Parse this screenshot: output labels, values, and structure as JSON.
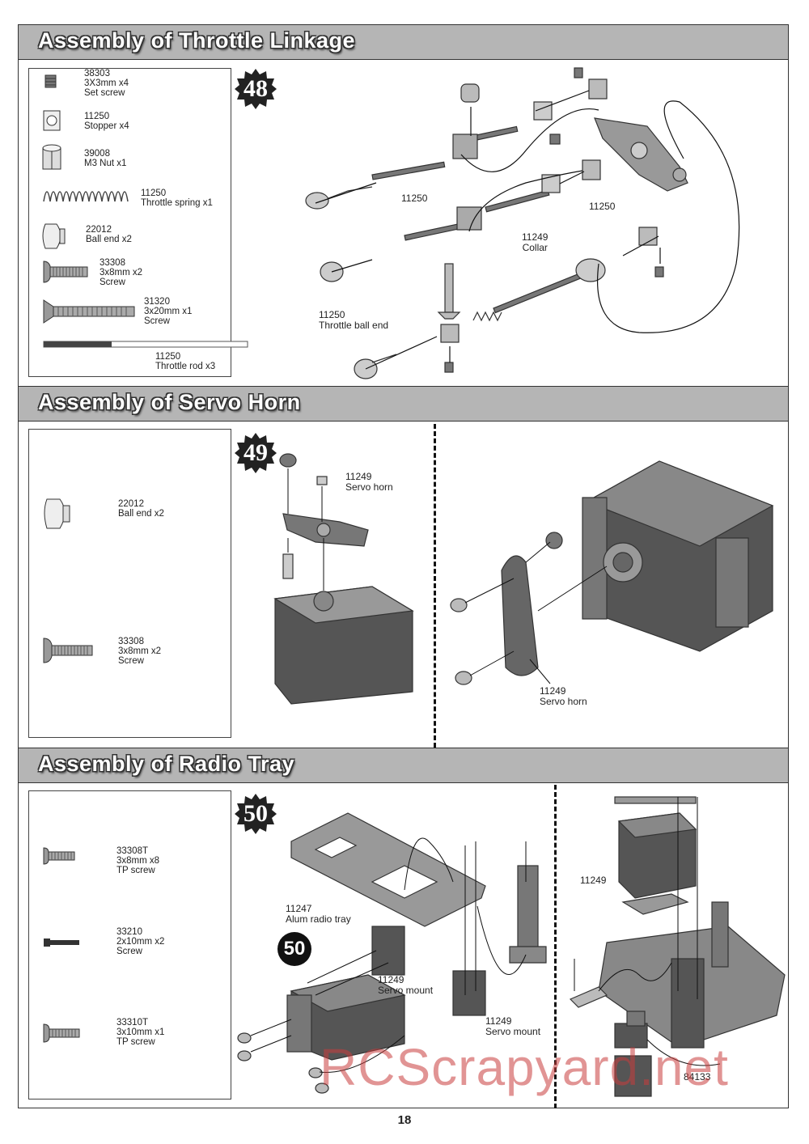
{
  "sections": [
    {
      "title": "Assembly of Throttle Linkage",
      "step": "48"
    },
    {
      "title": "Assembly of Servo Horn",
      "step": "49"
    },
    {
      "title": "Assembly of Radio Tray",
      "step": "50"
    }
  ],
  "throttle_parts": [
    {
      "text": "38303\n3X3mm x4\nSet screw",
      "icon": "set-screw-icon"
    },
    {
      "text": "11250\nStopper x4",
      "icon": "stopper-icon"
    },
    {
      "text": "39008\nM3 Nut x1",
      "icon": "nut-icon"
    },
    {
      "text": "11250\nThrottle spring x1",
      "icon": "spring-icon"
    },
    {
      "text": "22012\nBall end x2",
      "icon": "ball-end-icon"
    },
    {
      "text": "33308\n3x8mm x2\nScrew",
      "icon": "screw-icon"
    },
    {
      "text": "31320\n3x20mm x1\nScrew",
      "icon": "long-screw-icon"
    },
    {
      "text": "11250\nThrottle rod x3",
      "icon": "rod-icon"
    }
  ],
  "throttle_callouts": [
    "11250",
    "11250",
    "11249\nCollar",
    "11250\nThrottle ball end"
  ],
  "servo_parts": [
    {
      "text": "22012\nBall end x2",
      "icon": "ball-end-icon"
    },
    {
      "text": "33308\n3x8mm x2\nScrew",
      "icon": "screw-icon"
    }
  ],
  "servo_callouts": [
    "11249\nServo horn",
    "11249\nServo horn"
  ],
  "radio_parts": [
    {
      "text": "33308T\n3x8mm x8\nTP screw",
      "icon": "tp-screw-icon"
    },
    {
      "text": "33210\n2x10mm x2\nScrew",
      "icon": "small-screw-icon"
    },
    {
      "text": "33310T\n3x10mm x1\nTP screw",
      "icon": "tp-screw-icon"
    }
  ],
  "radio_callouts": [
    "11247\nAlum radio tray",
    "11249\nServo mount",
    "11249\nServo mount",
    "11249",
    "84133"
  ],
  "radio_badge": "50",
  "page_number": "18",
  "watermark": "RCScrapyard.net"
}
